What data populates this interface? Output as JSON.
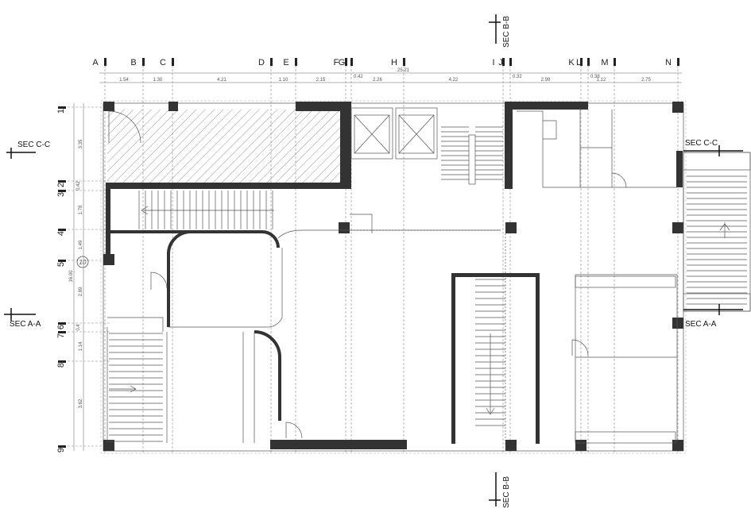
{
  "grid_columns": [
    "A",
    "B",
    "C",
    "D",
    "E",
    "F",
    "G",
    "H",
    "I",
    "J",
    "K",
    "L",
    "M",
    "N"
  ],
  "grid_rows": [
    "1",
    "2",
    "3",
    "4",
    "5",
    "6",
    "7",
    "8",
    "9"
  ],
  "column_dimensions": [
    "1.54",
    "1.30",
    "4.21",
    "1.10",
    "2.15",
    "0.42",
    "2.26",
    "4.22",
    "0.32",
    "2.99",
    "0.38",
    "1.12",
    "2.75"
  ],
  "total_width": "25.21",
  "row_dimensions": [
    "3.35",
    "0.42",
    "1.78",
    "1.49",
    "2.89",
    "0.4",
    "1.14",
    "3.62"
  ],
  "total_height": "16.00",
  "level_marker": "10",
  "section_labels": {
    "b_top": "SEC B-B",
    "b_bottom": "SEC B-B",
    "c_left": "SEC C-C",
    "c_right": "SEC C-C",
    "a_left": "SEC A-A",
    "a_right": "SEC A-A"
  }
}
